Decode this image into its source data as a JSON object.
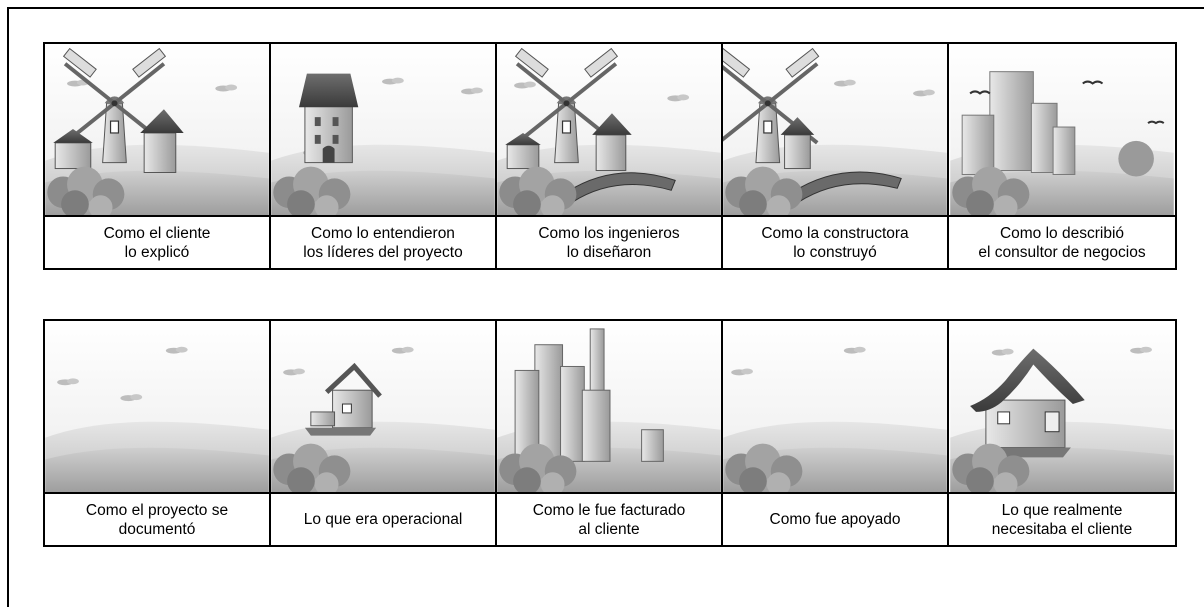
{
  "panels_row1": [
    {
      "line1": "Como el cliente",
      "line2": "lo explicó",
      "scene": "windmill-village-illustration"
    },
    {
      "line1": "Como lo entendieron",
      "line2": "los líderes del proyecto",
      "scene": "single-tower-house-illustration"
    },
    {
      "line1": "Como los ingenieros",
      "line2": "lo diseñaron",
      "scene": "windmill-village-with-bridge-illustration"
    },
    {
      "line1": "Como la constructora",
      "line2": "lo construyó",
      "scene": "windmill-and-bridge-illustration"
    },
    {
      "line1": "Como lo describió",
      "line2": "el consultor de negocios",
      "scene": "city-skyline-with-birds-illustration"
    }
  ],
  "panels_row2": [
    {
      "line1": "Como el proyecto se",
      "line2": "documentó",
      "scene": "empty-hills-illustration"
    },
    {
      "line1": "Lo que era operacional",
      "line2": "",
      "scene": "small-house-on-platform-illustration"
    },
    {
      "line1": "Como le fue facturado",
      "line2": "al cliente",
      "scene": "city-towers-illustration"
    },
    {
      "line1": "Como fue apoyado",
      "line2": "",
      "scene": "bushes-on-hills-illustration"
    },
    {
      "line1": "Lo que realmente",
      "line2": "necesitaba el cliente",
      "scene": "simple-house-illustration"
    }
  ],
  "colors": {
    "sky_top": "#f7f7f7",
    "hill_light": "#d4d4d4",
    "hill_dark": "#9a9a9a",
    "roof": "#555555"
  }
}
